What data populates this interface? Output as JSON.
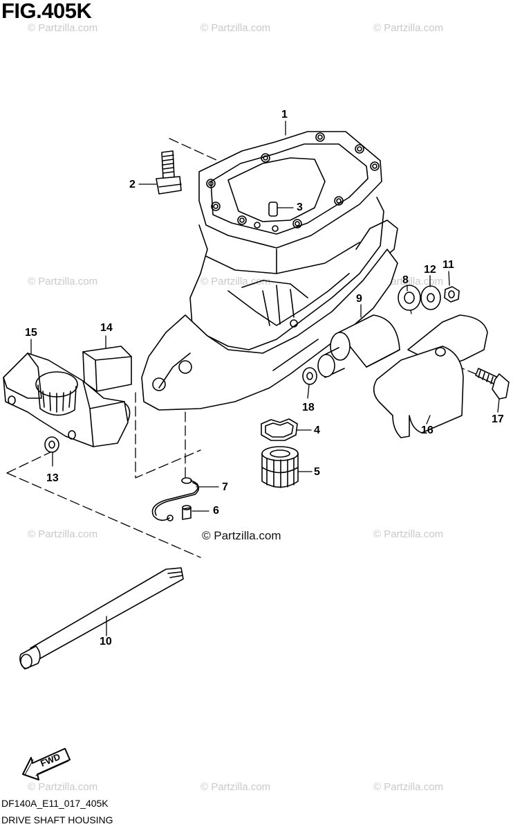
{
  "figure": {
    "title": "FIG.405K",
    "model_code": "DF140A_E11_017_405K",
    "caption": "DRIVE SHAFT HOUSING",
    "fwd_label": "FWD"
  },
  "watermark": {
    "text": "© Partzilla.com",
    "main_text": "© Partzilla.com"
  },
  "parts": [
    {
      "num": "1"
    },
    {
      "num": "2"
    },
    {
      "num": "3"
    },
    {
      "num": "4"
    },
    {
      "num": "5"
    },
    {
      "num": "6"
    },
    {
      "num": "7"
    },
    {
      "num": "8"
    },
    {
      "num": "9"
    },
    {
      "num": "10"
    },
    {
      "num": "11"
    },
    {
      "num": "12"
    },
    {
      "num": "13"
    },
    {
      "num": "14"
    },
    {
      "num": "15"
    },
    {
      "num": "16"
    },
    {
      "num": "17"
    },
    {
      "num": "18"
    }
  ]
}
